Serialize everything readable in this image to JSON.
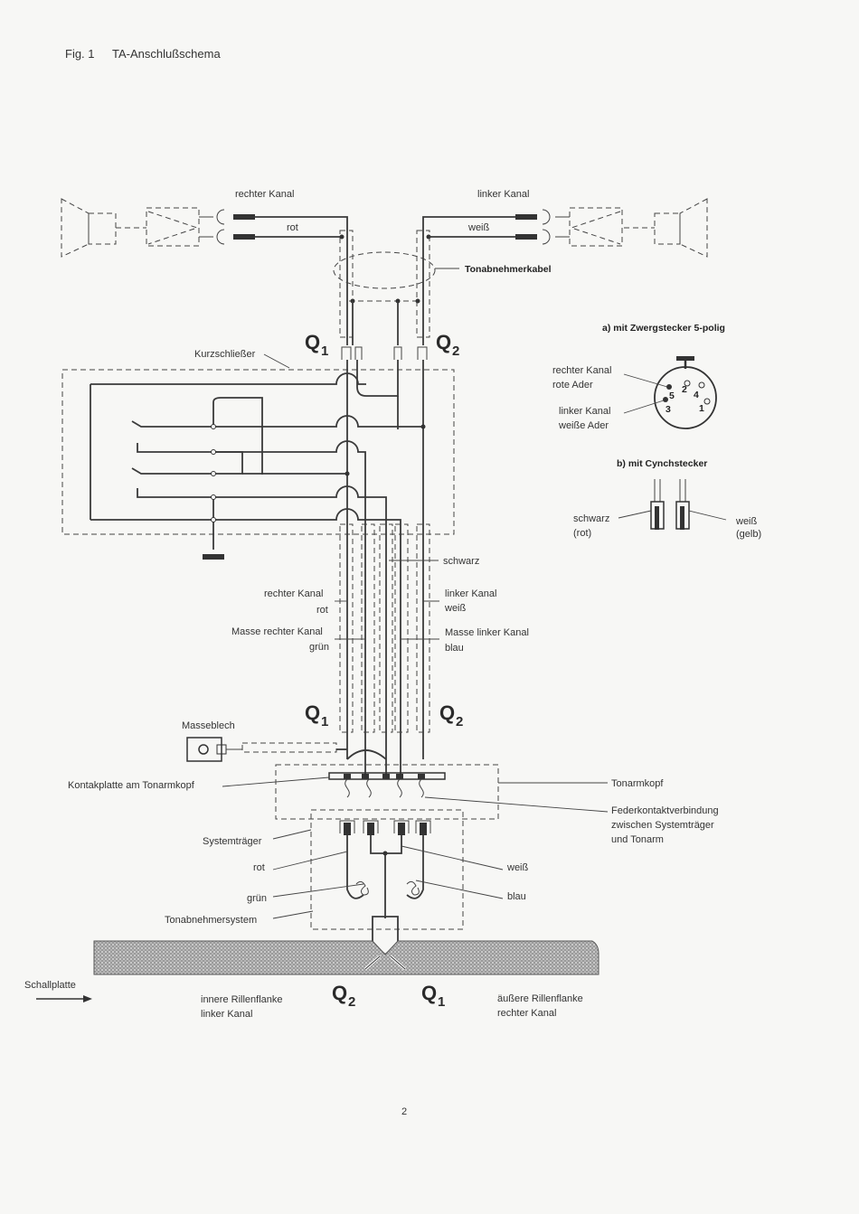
{
  "figure": {
    "number": "Fig. 1",
    "title": "TA-Anschlußschema"
  },
  "speakers": {
    "right_channel": "rechter Kanal",
    "left_channel": "linker Kanal",
    "wire_right": "rot",
    "wire_left": "weiß"
  },
  "tonabnehmerkabel": "Tonabnehmerkabel",
  "kurzschliesser": "Kurzschließer",
  "q1": "Q",
  "q2": "Q",
  "q1_sub": "1",
  "q2_sub": "2",
  "cable_labels": {
    "schwarz": "schwarz",
    "rechter_kanal": "rechter Kanal",
    "rot": "rot",
    "masse_rechter_kanal": "Masse rechter Kanal",
    "gruen": "grün",
    "linker_kanal": "linker Kanal",
    "weiss": "weiß",
    "masse_linker_kanal": "Masse linker Kanal",
    "blau": "blau"
  },
  "din": {
    "heading": "a) mit Zwergstecker 5-polig",
    "right_line1": "rechter Kanal",
    "right_line2": "rote Ader",
    "left_line1": "linker Kanal",
    "left_line2": "weiße Ader",
    "pins": [
      "5",
      "2",
      "4",
      "3",
      "1"
    ]
  },
  "cinch": {
    "heading": "b) mit Cynchstecker",
    "left_line1": "schwarz",
    "left_line2": "(rot)",
    "right_line1": "weiß",
    "right_line2": "(gelb)"
  },
  "tonearm": {
    "masseblech": "Masseblech",
    "kontaktplatte": "Kontakplatte am Tonarmkopf",
    "tonarmkopf": "Tonarmkopf",
    "feder_line1": "Federkontaktverbindung",
    "feder_line2": "zwischen Systemträger",
    "feder_line3": "und Tonarm",
    "systemtraeger": "Systemträger",
    "rot": "rot",
    "gruen": "grün",
    "tonabnehmersystem": "Tonabnehmersystem",
    "weiss": "weiß",
    "blau": "blau"
  },
  "record": {
    "schallplatte": "Schallplatte",
    "inner_line1": "innere Rillenflanke",
    "inner_line2": "linker Kanal",
    "outer_line1": "äußere Rillenflanke",
    "outer_line2": "rechter Kanal"
  },
  "page_number": "2"
}
